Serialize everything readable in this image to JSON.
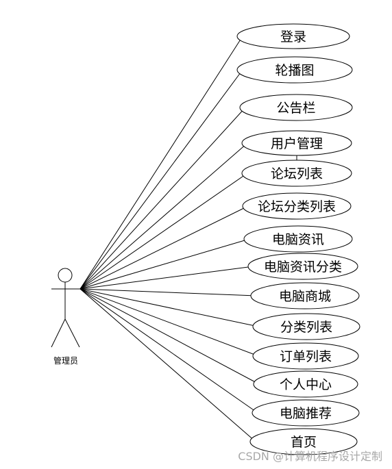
{
  "actor": {
    "label": "管理员"
  },
  "use_cases": [
    {
      "label": "登录"
    },
    {
      "label": "轮播图"
    },
    {
      "label": "公告栏"
    },
    {
      "label": "用户管理"
    },
    {
      "label": "论坛列表"
    },
    {
      "label": "论坛分类列表"
    },
    {
      "label": "电脑资讯"
    },
    {
      "label": "电脑资讯分类"
    },
    {
      "label": "电脑商城"
    },
    {
      "label": "分类列表"
    },
    {
      "label": "订单列表"
    },
    {
      "label": "个人中心"
    },
    {
      "label": "电脑推荐"
    },
    {
      "label": "首页"
    }
  ],
  "watermark": "CSDN @计算机程序设计定制"
}
